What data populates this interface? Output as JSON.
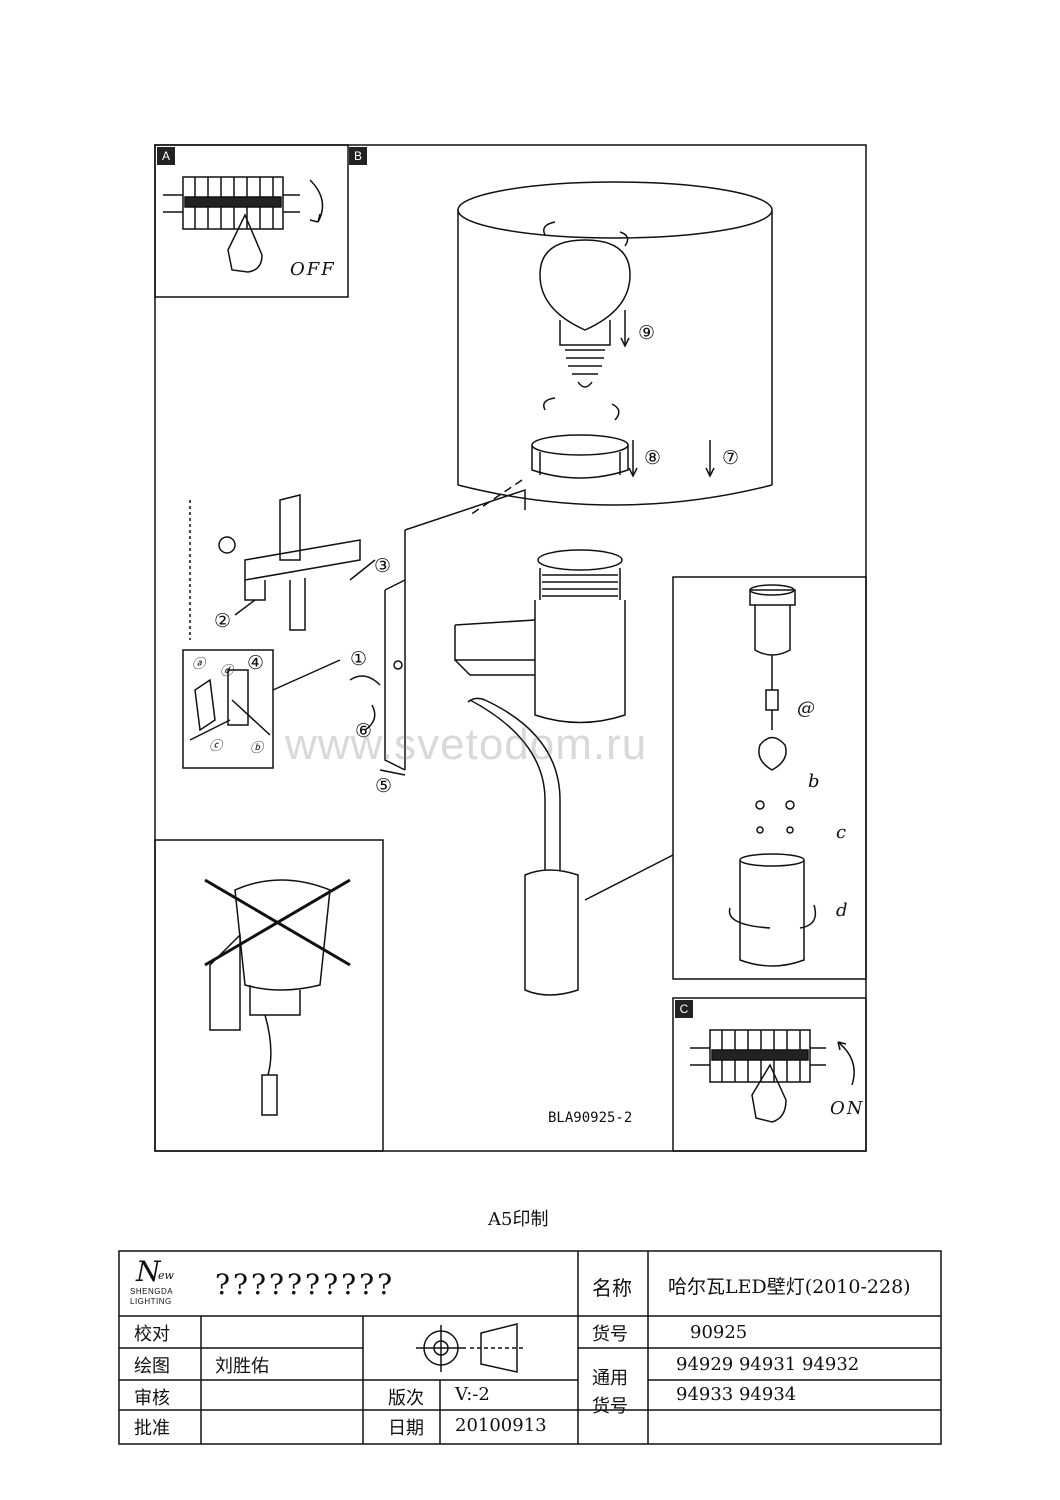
{
  "panels": {
    "a": "A",
    "b": "B",
    "c": "C"
  },
  "switch": {
    "off": "OFF",
    "on": "ON"
  },
  "steps": {
    "s1": "①",
    "s2": "②",
    "s3": "③",
    "s4": "④",
    "s5": "⑤",
    "s6": "⑥",
    "s7": "⑦",
    "s8": "⑧",
    "s9": "⑨"
  },
  "substeps": {
    "a": "ⓐ",
    "b": "ⓑ",
    "c": "ⓒ",
    "d": "ⓓ",
    "ia": "@",
    "ib": "b",
    "ic": "c",
    "id": "d"
  },
  "watermark": "www.svetodom.ru",
  "drawing_code": "BLA90925-2",
  "print_format": "A5印制",
  "title_block": {
    "logo_mark": "N",
    "logo_ew": "ew",
    "logo_line1": "SHENGDA",
    "logo_line2": "LIGHTING",
    "company": "??????????",
    "name_label": "名称",
    "name_value": "哈尔瓦LED壁灯(2010-228)",
    "item_label": "货号",
    "item_value": "90925",
    "check_label": "校对",
    "check_value": "",
    "draw_label": "绘图",
    "draw_value": "刘胜佑",
    "review_label": "审核",
    "review_value": "",
    "approve_label": "批准",
    "approve_value": "",
    "version_label": "版次",
    "version_value": "V:-2",
    "date_label": "日期",
    "date_value": "20100913",
    "common_label_1": "通用",
    "common_label_2": "货号",
    "common_row1": "94929  94931  94932",
    "common_row2": "94933  94934"
  }
}
